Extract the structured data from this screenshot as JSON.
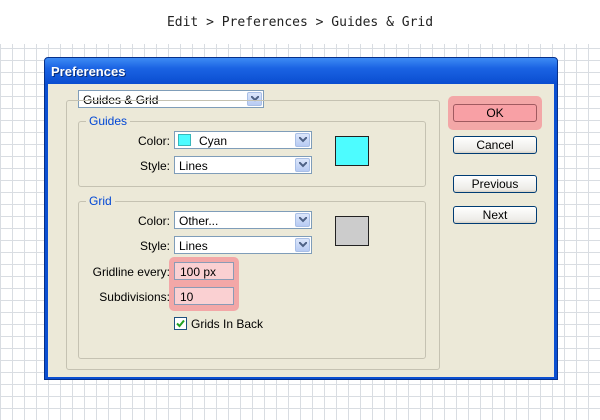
{
  "caption": "Edit > Preferences > Guides & Grid",
  "window": {
    "title": "Preferences"
  },
  "section_select": {
    "value": "Guides & Grid"
  },
  "guides": {
    "legend": "Guides",
    "color_label": "Color:",
    "color_value": "Cyan",
    "color_swatch_color": "#4dfcff",
    "style_label": "Style:",
    "style_value": "Lines"
  },
  "grid": {
    "legend": "Grid",
    "color_label": "Color:",
    "color_value": "Other...",
    "swatch_color": "#cccccc",
    "style_label": "Style:",
    "style_value": "Lines",
    "gridline_label": "Gridline every:",
    "gridline_value": "100 px",
    "subdivisions_label": "Subdivisions:",
    "subdivisions_value": "10",
    "grids_in_back_label": "Grids In Back",
    "grids_in_back_checked": true
  },
  "buttons": {
    "ok": "OK",
    "cancel": "Cancel",
    "previous": "Previous",
    "next": "Next"
  },
  "colors": {
    "titlebar": "#0b4fd1",
    "dialog_bg": "#ece9d8",
    "highlight": "#f3a7a7",
    "legend_text": "#0046d5"
  }
}
